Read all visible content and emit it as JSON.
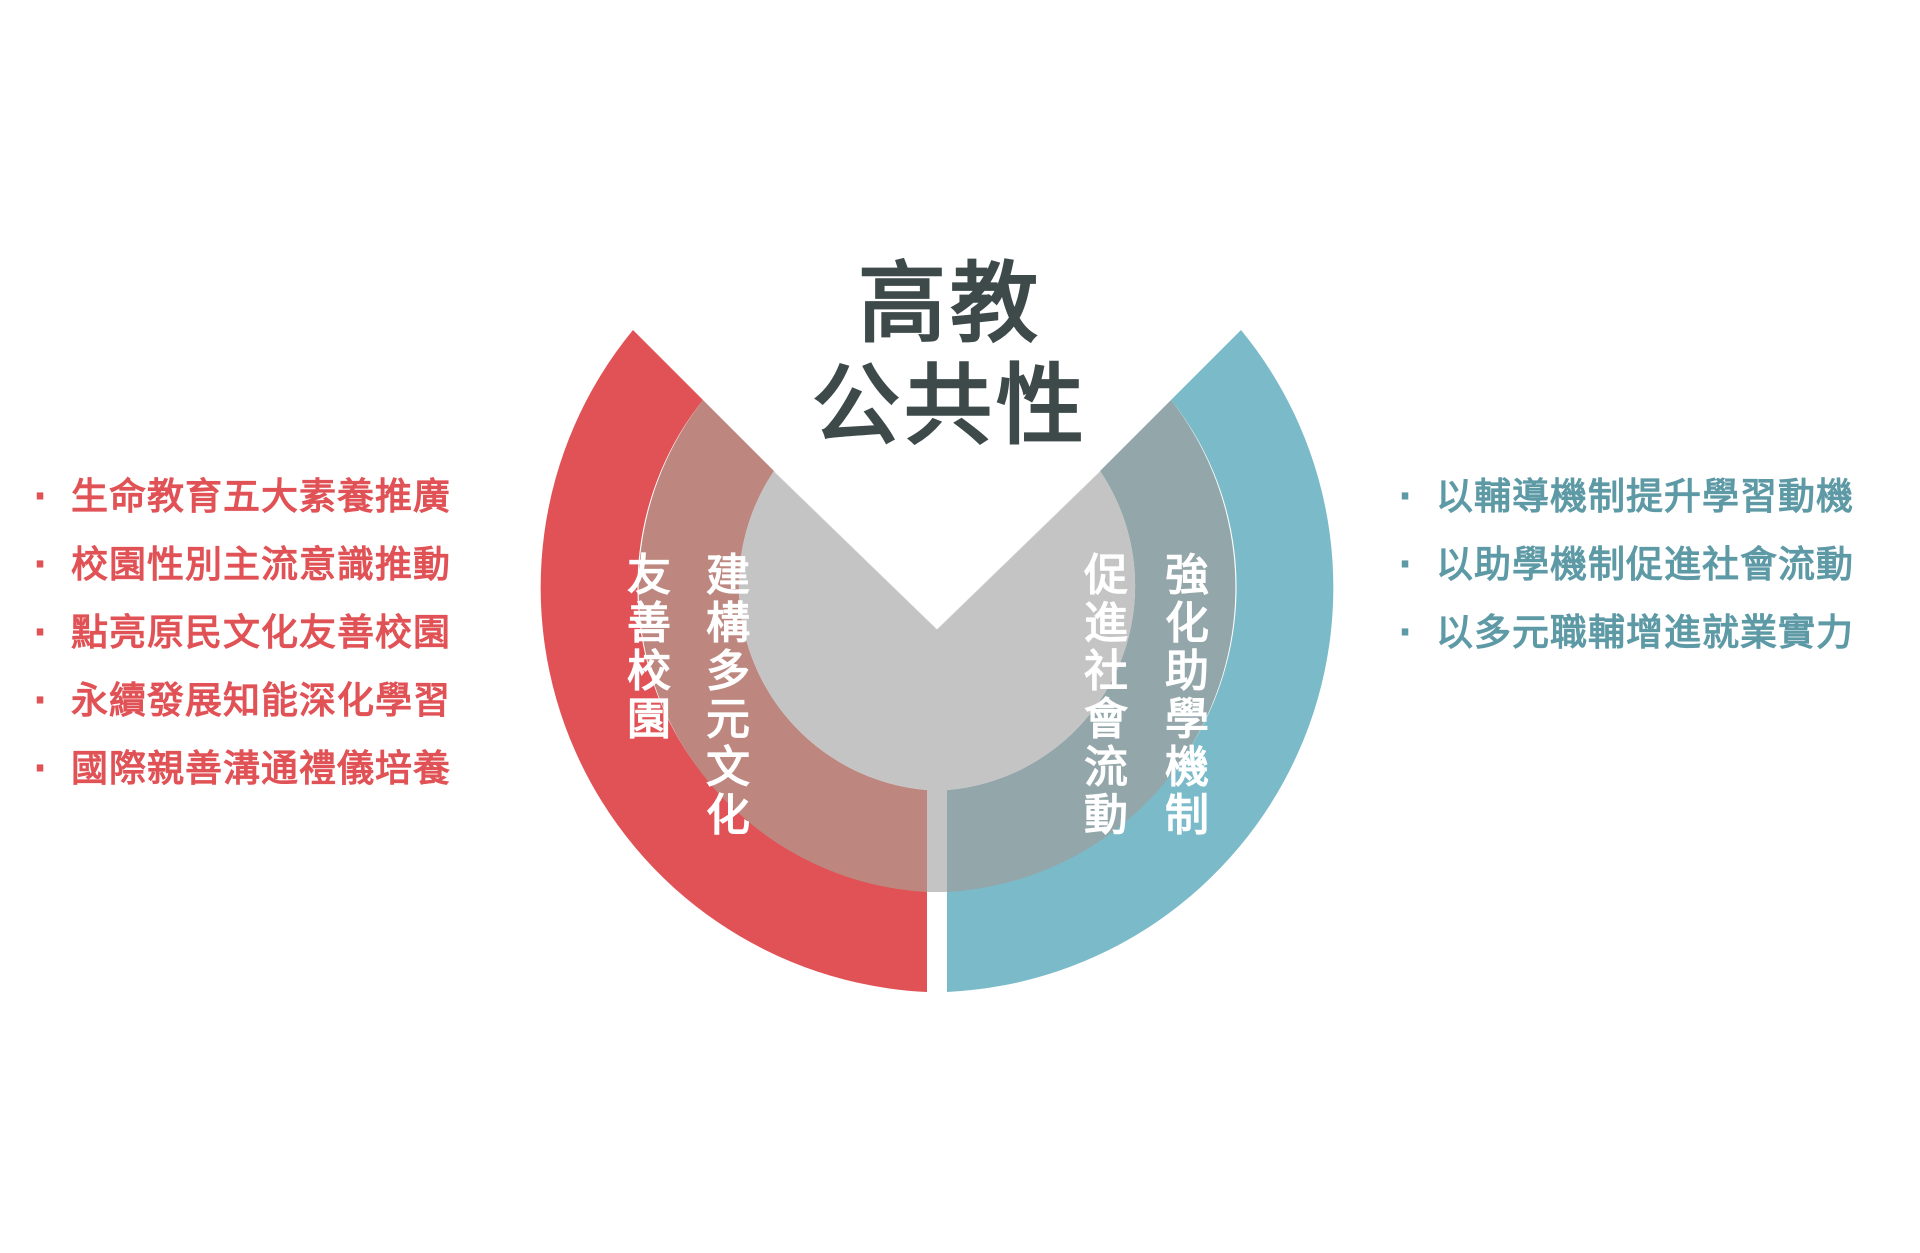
{
  "title": {
    "line1": "高教",
    "line2": "公共性"
  },
  "left": {
    "items": [
      "生命教育五大素養推廣",
      "校園性別主流意識推動",
      "點亮原民文化友善校園",
      "永續發展知能深化學習",
      "國際親善溝通禮儀培養"
    ],
    "inner_label": "友善校園",
    "outer_label": "建構多元文化"
  },
  "right": {
    "items": [
      "以輔導機制提升學習動機",
      "以助學機制促進社會流動",
      "以多元職輔增進就業實力"
    ],
    "inner_label": "促進社會流動",
    "outer_label": "強化助學機制"
  },
  "bullet": "·",
  "colors": {
    "red": "#e05256",
    "teal": "#7bbbc9",
    "red_inner": "#bd877f",
    "teal_inner": "#93a6aa",
    "gray": "#c4c4c4",
    "title": "#3e4a4a"
  }
}
